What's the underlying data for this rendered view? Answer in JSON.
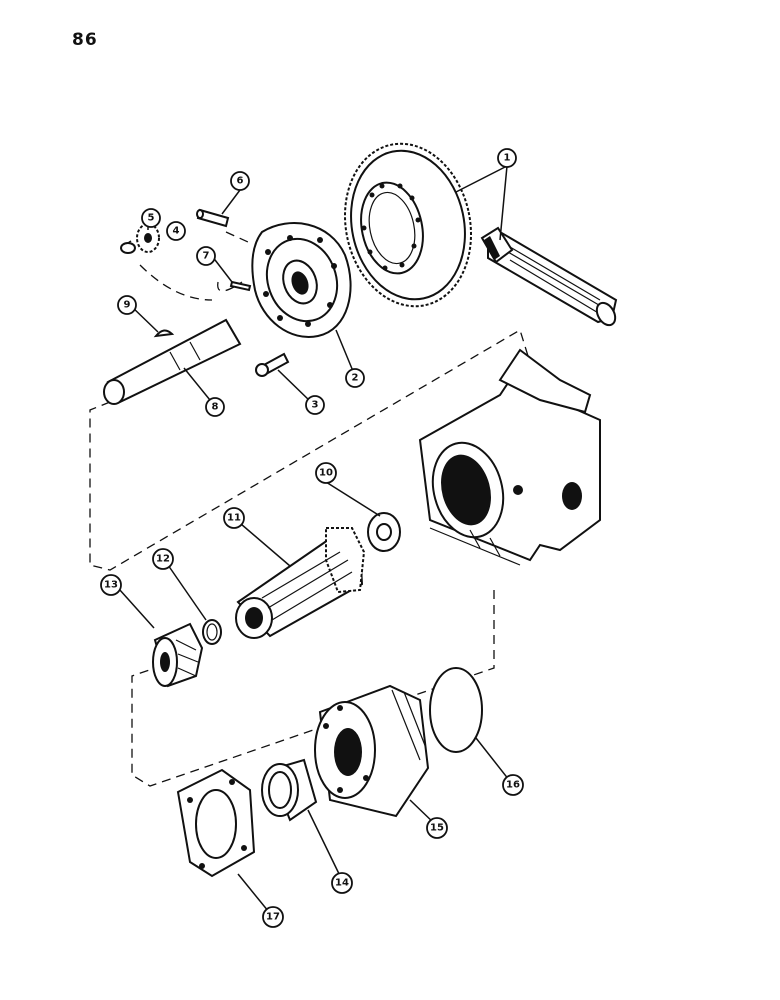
{
  "page": {
    "number": "86"
  },
  "callouts": [
    "1",
    "2",
    "3",
    "4",
    "5",
    "6",
    "7",
    "8",
    "9",
    "10",
    "11",
    "12",
    "13",
    "14",
    "15",
    "16",
    "17"
  ]
}
